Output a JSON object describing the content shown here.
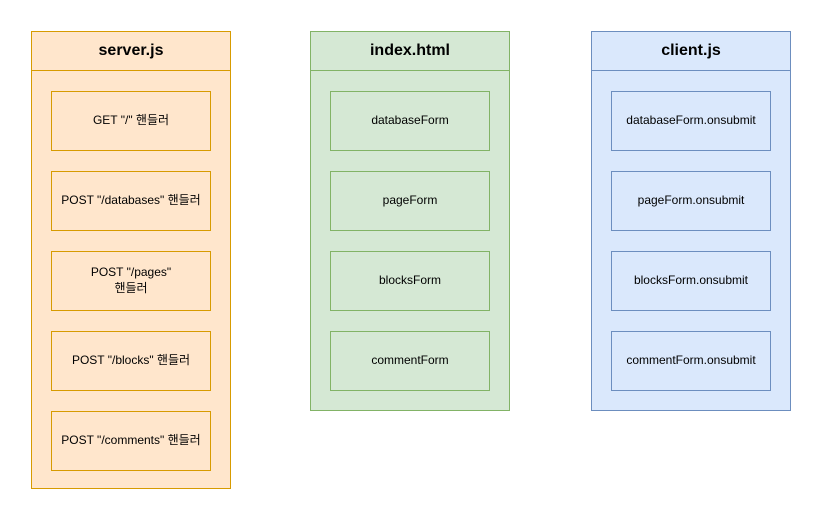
{
  "diagram": {
    "background_color": "#FFFFFF",
    "text_color": "#000000",
    "columns": [
      {
        "title": "server.js",
        "fill_color": "#FFE6CC",
        "stroke_color": "#D79B00",
        "items": [
          {
            "label": "GET \"/\" 핸들러"
          },
          {
            "label": "POST \"/databases\" 핸들러"
          },
          {
            "label": "POST \"/pages\"\n핸들러"
          },
          {
            "label": "POST \"/blocks\"  핸들러"
          },
          {
            "label": "POST \"/comments\"  핸들러"
          }
        ]
      },
      {
        "title": "index.html",
        "fill_color": "#D5E8D4",
        "stroke_color": "#82B366",
        "items": [
          {
            "label": "databaseForm"
          },
          {
            "label": "pageForm"
          },
          {
            "label": "blocksForm"
          },
          {
            "label": "commentForm"
          }
        ]
      },
      {
        "title": "client.js",
        "fill_color": "#DAE8FC",
        "stroke_color": "#6C8EBF",
        "items": [
          {
            "label": "databaseForm.onsubmit"
          },
          {
            "label": "pageForm.onsubmit"
          },
          {
            "label": "blocksForm.onsubmit"
          },
          {
            "label": "commentForm.onsubmit"
          }
        ]
      }
    ]
  }
}
